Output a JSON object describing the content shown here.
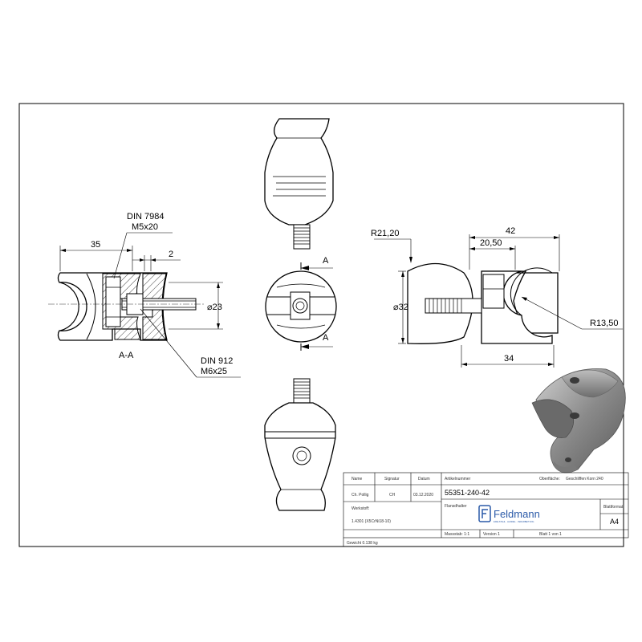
{
  "section_view": {
    "caption": "A-A",
    "dim_width": "35",
    "dim_gap": "2",
    "dim_diameter": "⌀23",
    "screw_top_line1": "DIN 7984",
    "screw_top_line2": "M5x20",
    "screw_bottom_line1": "DIN 912",
    "screw_bottom_line2": "M6x25"
  },
  "center_view": {
    "section_marker_top": "A",
    "section_marker_bottom": "A"
  },
  "side_view": {
    "dim_radius_large": "R21,20",
    "dim_total": "42",
    "dim_partial": "20,50",
    "dim_diameter": "⌀32",
    "dim_radius_small": "R13,50",
    "dim_bottom": "34"
  },
  "title_block": {
    "col_name": "Name",
    "col_signature": "Signatur",
    "col_date": "Datum",
    "article_no_label": "Artikelnummer",
    "surface_label": "Oberfläche:",
    "surface_value": "Geschliffen Korn 240",
    "drawn_by": "Ch. Pollig",
    "signature": "CH",
    "date": "03.12.2020",
    "article_no": "55351-240-42",
    "description_label": "Flansdhalter",
    "material_label": "Werkstoff:",
    "material_value": "1.4301 (X5CrNi18-10)",
    "company": "Feldmann",
    "company_tagline": "EDELSTAHL · HANDEL · VERARBEITUNG",
    "format_label": "Blattformat",
    "format_value": "A4",
    "weight": "Gewicht 0.138 kg",
    "scale": "Massstab: 1:1",
    "version": "Version 1",
    "sheet": "Blatt 1 von 1"
  },
  "colors": {
    "line": "#000000",
    "brand_blue": "#2b5aa8",
    "render_metal": "#8f8f8f"
  }
}
